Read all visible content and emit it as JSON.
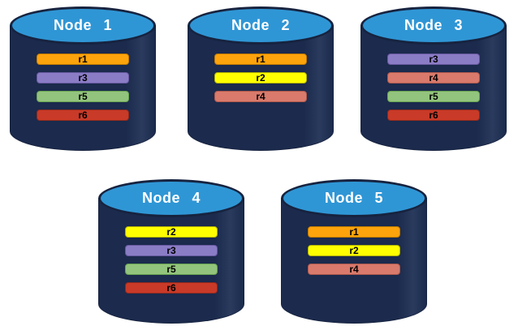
{
  "colors": {
    "background": "#ffffff",
    "cylinder_body": "#1b2a4d",
    "cylinder_top": "#2f96d5",
    "cylinder_outline": "#17233f",
    "node_label_text": "#ffffff",
    "replica_label_text": "#000000"
  },
  "replica_colors": {
    "r1": {
      "fill": "#fda30c",
      "border": "#c07a00"
    },
    "r2": {
      "fill": "#ffff00",
      "border": "#b0b000"
    },
    "r3": {
      "fill": "#8b7cc6",
      "border": "#67599f"
    },
    "r4": {
      "fill": "#d97a6c",
      "border": "#ad584c"
    },
    "r5": {
      "fill": "#93c47d",
      "border": "#68a350"
    },
    "r6": {
      "fill": "#c93a28",
      "border": "#8e2a1e"
    }
  },
  "nodes": [
    {
      "label": "Node 1",
      "replicas": [
        "r1",
        "r3",
        "r5",
        "r6"
      ]
    },
    {
      "label": "Node 2",
      "replicas": [
        "r1",
        "r2",
        "r4"
      ]
    },
    {
      "label": "Node 3",
      "replicas": [
        "r3",
        "r4",
        "r5",
        "r6"
      ]
    },
    {
      "label": "Node 4",
      "replicas": [
        "r2",
        "r3",
        "r5",
        "r6"
      ]
    },
    {
      "label": "Node 5",
      "replicas": [
        "r1",
        "r2",
        "r4"
      ]
    }
  ]
}
